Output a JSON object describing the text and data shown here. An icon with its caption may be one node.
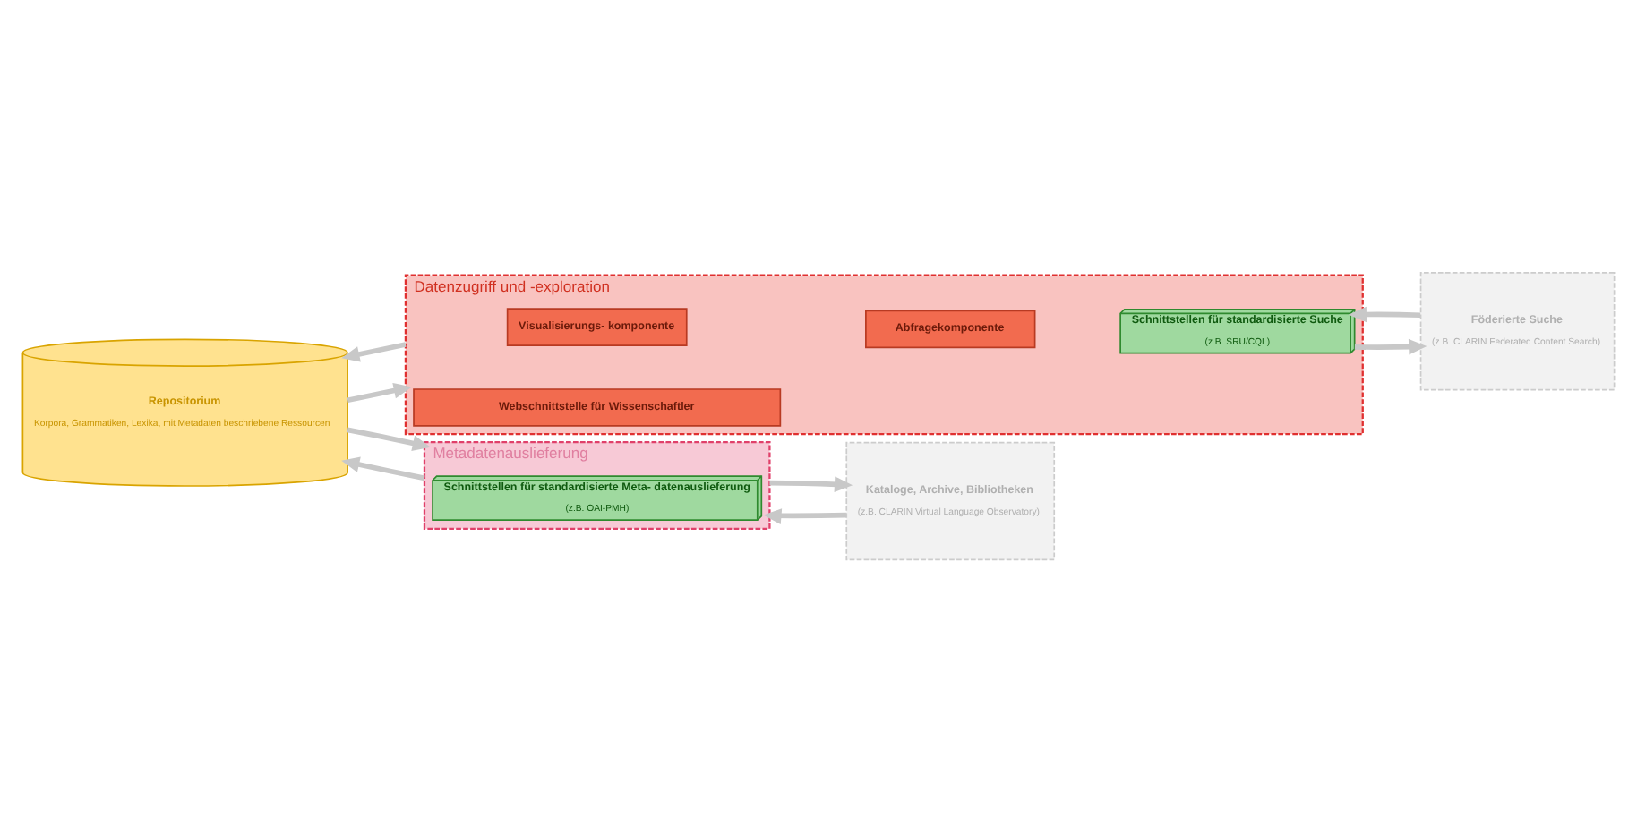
{
  "diagram": {
    "nodes": [
      {
        "text": [
          "Repositorium",
          "Korpora, Grammatiken, Lexika, mit Metadaten beschriebene Ressourcen"
        ]
      },
      {
        "text": [
          "Metadatenauslieferung"
        ]
      },
      {
        "text": [
          "Schnittstellen für standardisierte Meta- datenauslieferung",
          "(z.B. OAI-PMH)"
        ],
        "in": 1
      },
      {
        "text": [
          "Kataloge, Archive, Bibliotheken",
          "(z.B. CLARIN Virtual Language Observatory)"
        ]
      },
      {
        "text": [
          "Datenzugriff und -exploration"
        ]
      },
      {
        "text": [
          "Visualisierungs- komponente"
        ],
        "in": 4
      },
      {
        "text": [
          "Abfragekomponente"
        ],
        "in": 4
      },
      {
        "text": [
          "Webschnittstelle für Wissenschaftler"
        ],
        "in": 4
      },
      {
        "text": [
          "Schnittstellen für standardisierte Suche",
          "(z.B. SRU/CQL)"
        ],
        "in": 4
      },
      {
        "text": [
          "Föderierte Suche",
          "(z.B. CLARIN Federated Content Search)"
        ]
      }
    ],
    "edges": [
      {
        "from": 1,
        "to": 0,
        "arrow": "to"
      },
      {
        "from": 0,
        "to": 1,
        "arrow": "to"
      },
      {
        "from": 3,
        "to": 1,
        "arrow": "to"
      },
      {
        "from": 1,
        "to": 3,
        "arrow": "to"
      },
      {
        "from": 0,
        "to": 4,
        "arrow": "to"
      },
      {
        "from": 4,
        "to": 0,
        "arrow": "to"
      },
      {
        "from": 8,
        "to": 9,
        "arrow": "to"
      },
      {
        "from": 9,
        "to": 8,
        "arrow": "to"
      }
    ]
  }
}
